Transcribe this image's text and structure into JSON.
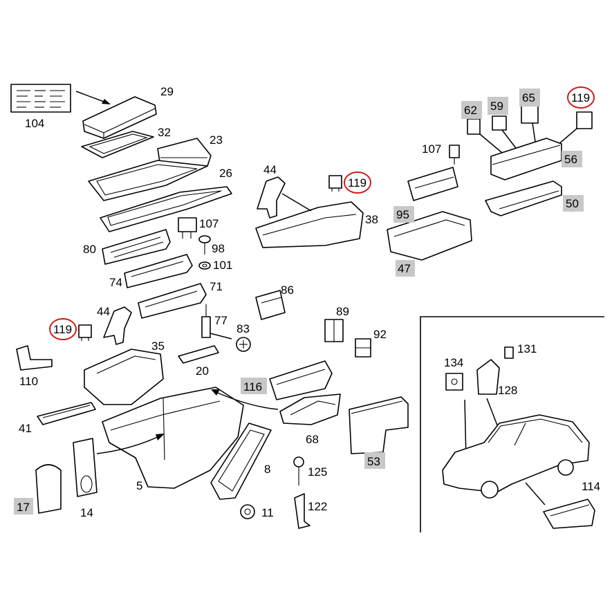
{
  "labels": {
    "l104": "104",
    "l29": "29",
    "l32": "32",
    "l23": "23",
    "l26": "26",
    "l107a": "107",
    "l98": "98",
    "l80": "80",
    "l101": "101",
    "l74": "74",
    "l71": "71",
    "l44a": "44",
    "l119a": "119",
    "l38": "38",
    "l86": "86",
    "l44b": "44",
    "l119b": "119",
    "l77": "77",
    "l83": "83",
    "l89": "89",
    "l92": "92",
    "l35": "35",
    "l110": "110",
    "l20": "20",
    "l116": "116",
    "l41": "41",
    "l68": "68",
    "l53": "53",
    "l5": "5",
    "l8": "8",
    "l125": "125",
    "l17": "17",
    "l14": "14",
    "l11": "11",
    "l122": "122",
    "l62": "62",
    "l59": "59",
    "l65": "65",
    "l119c": "119",
    "l107b": "107",
    "l56": "56",
    "l95": "95",
    "l50": "50",
    "l47": "47",
    "l131": "131",
    "l134": "134",
    "l128": "128",
    "l114": "114"
  },
  "highlight_color": "#c8c8c8",
  "circle_color": "#d01818",
  "highlighted_parts": [
    "116",
    "53",
    "17",
    "62",
    "59",
    "65",
    "56",
    "95",
    "50",
    "47"
  ],
  "circled_parts": [
    "119"
  ]
}
